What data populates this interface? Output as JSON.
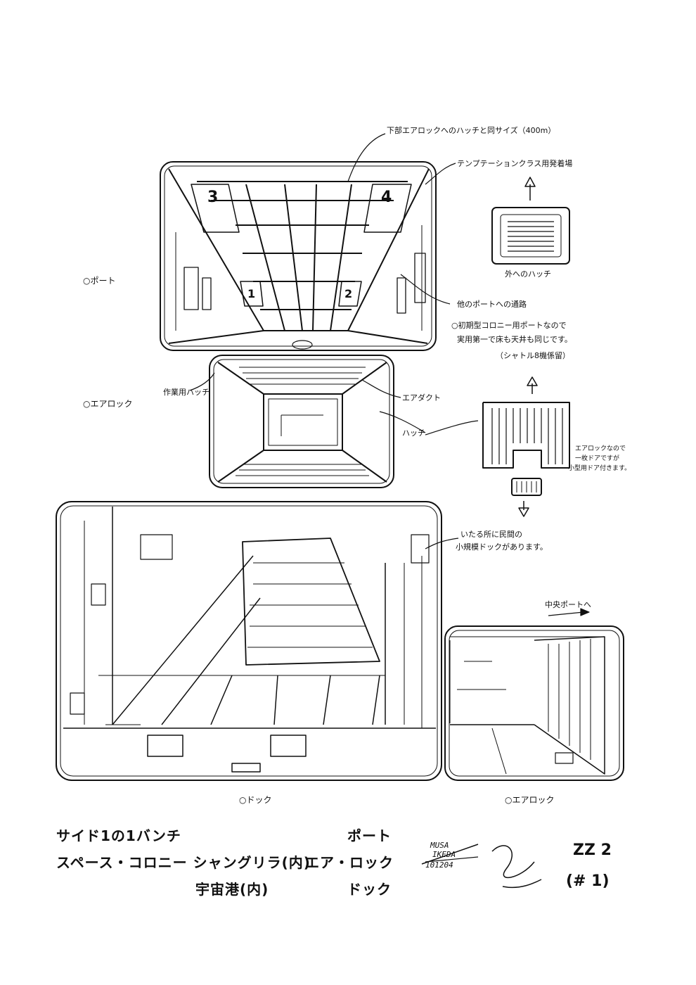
{
  "annotations": {
    "top_hatch_note": "下部エアロックへのハッチと同サイズ（400m）",
    "landing_area_note": "テンプテーションクラス用発着場",
    "outer_hatch": "外へのハッチ",
    "passage_note": "他のポートへの通路",
    "early_colony_note_1": "○初期型コロニー用ポートなので",
    "early_colony_note_2": "実用第一で床も天井も同じです。",
    "early_colony_note_3": "（シャトル8機係留）",
    "work_hatch": "作業用ハッチ",
    "air_duct": "エアダクト",
    "hatch": "ハッチ",
    "airlock_door_note_1": "エアロックなので",
    "airlock_door_note_2": "一枚ドアですが",
    "airlock_door_note_3": "小型用ドア付きます。",
    "civil_dock_note_1": "いたる所に民間の",
    "civil_dock_note_2": "小規模ドックがあります。",
    "central_port": "中央ポートへ"
  },
  "bay_numbers": [
    "3",
    "4",
    "1",
    "2"
  ],
  "section_labels": {
    "port": "○ポート",
    "airlock": "○エアロック",
    "dock": "○ドック",
    "airlock_2": "○エアロック"
  },
  "title_block": {
    "line1_left": "サイド1の1バンチ",
    "line2_left": "スペース・コロニー シャングリラ(内)",
    "line3_left": "宇宙港(内)",
    "line1_right": "ポート",
    "line2_right": "エア・ロック",
    "line3_right": "ドック",
    "sheet_code": "ZZ 2",
    "sheet_number": "(# 1)"
  },
  "signature": {
    "name_1": "MUSA",
    "name_2": "IKEDA",
    "date": "101204"
  }
}
